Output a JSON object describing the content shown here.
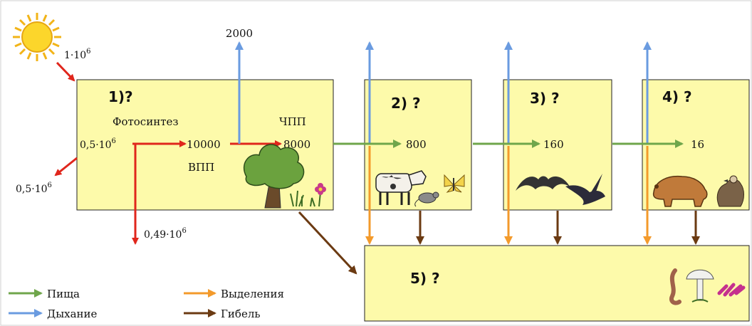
{
  "input_energy": {
    "base": "1·10",
    "exp": "6"
  },
  "reflected_energy": {
    "base": "0,5·10",
    "exp": "6"
  },
  "heat_loss": {
    "base": "0,49·10",
    "exp": "6"
  },
  "absorbed_energy": {
    "base": "0,5·10",
    "exp": "6"
  },
  "respiration_value": "2000",
  "producers": {
    "question": "1)?",
    "photosynthesis_label": "Фотосинтез",
    "gpp_label": "ВПП",
    "npp_label": "ЧПП",
    "gpp_value": "10000",
    "npp_value": "8000"
  },
  "level2": {
    "question": "2) ?",
    "value": "800"
  },
  "level3": {
    "question": "3) ?",
    "value": "160"
  },
  "level4": {
    "question": "4) ?",
    "value": "16"
  },
  "decomposers": {
    "question": "5) ?"
  },
  "legend": {
    "food": "Пища",
    "respiration": "Дыхание",
    "excretion": "Выделения",
    "death": "Гибель"
  },
  "colors": {
    "box_fill": "#fdfaaa",
    "food": "#6fa64b",
    "respiration": "#6a9be0",
    "excretion": "#f39a2b",
    "death": "#6b3a12",
    "solar": "#e0261c"
  }
}
